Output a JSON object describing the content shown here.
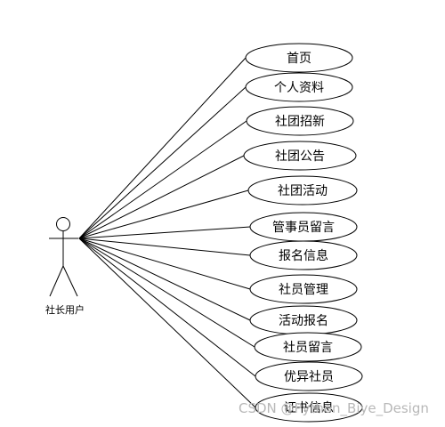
{
  "actor": {
    "label": "社长用户"
  },
  "use_cases": [
    {
      "label": "首页"
    },
    {
      "label": "个人资料"
    },
    {
      "label": "社团招新"
    },
    {
      "label": "社团公告"
    },
    {
      "label": "社团活动"
    },
    {
      "label": "管事员留言"
    },
    {
      "label": "报名信息"
    },
    {
      "label": "社员管理"
    },
    {
      "label": "活动报名"
    },
    {
      "label": "社员留言"
    },
    {
      "label": "优异社员"
    },
    {
      "label": "证书信息"
    }
  ],
  "watermark": "CSDN @Python_Biye_Design",
  "colors": {
    "stroke": "#000000",
    "background": "#ffffff",
    "watermark": "#b8b8b8"
  }
}
